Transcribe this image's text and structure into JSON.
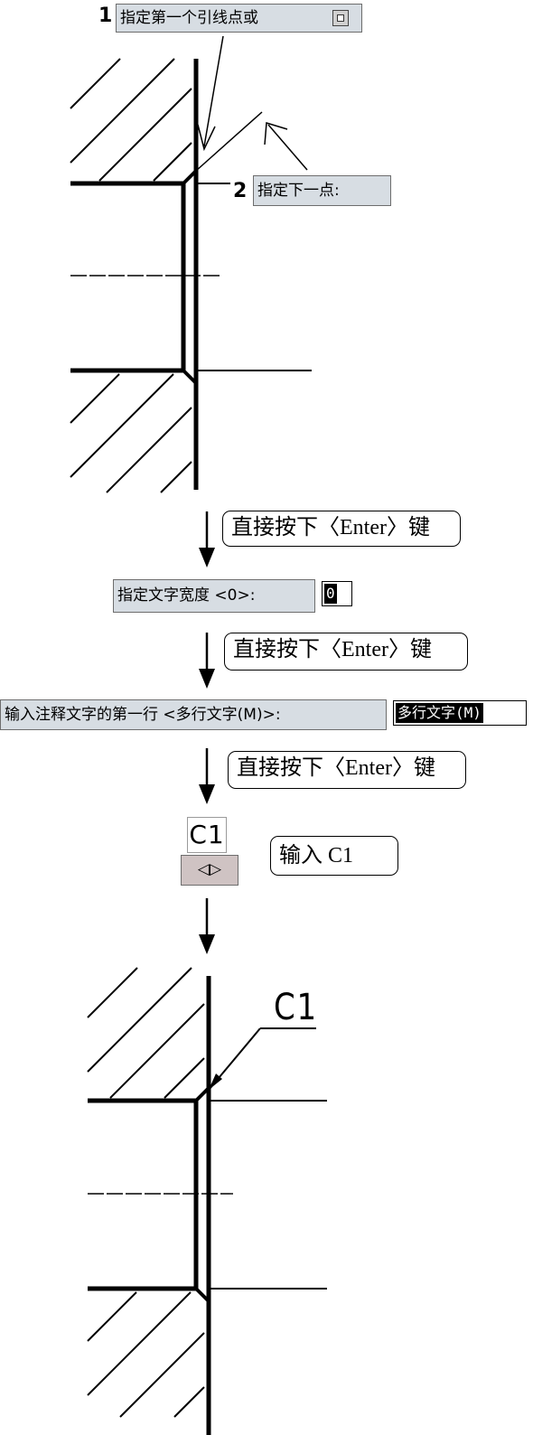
{
  "step1": {
    "number": "1",
    "prompt": "指定第一个引线点或"
  },
  "step2": {
    "number": "2",
    "prompt": "指定下一点:"
  },
  "width_prompt": {
    "label": "指定文字宽度 <0>:",
    "value": "0"
  },
  "first_line_prompt": {
    "label": "输入注释文字的第一行 <多行文字(M)>:",
    "value": "多行文字(M)"
  },
  "instructions": [
    "直接按下〈Enter〉键",
    "直接按下〈Enter〉键",
    "直接按下〈Enter〉键"
  ],
  "text_input": {
    "typed": "C1",
    "handle": "◁▷"
  },
  "input_callout": "输入 C1",
  "result_annotation": "C1",
  "colors": {
    "tooltip_bg": "#d7dde3",
    "handle_bg": "#cfc3c3",
    "line": "#000000"
  },
  "icons": [
    "dropdown-icon",
    "down-arrow-icon",
    "leader-arrow-icon",
    "mtext-grip-icon"
  ]
}
